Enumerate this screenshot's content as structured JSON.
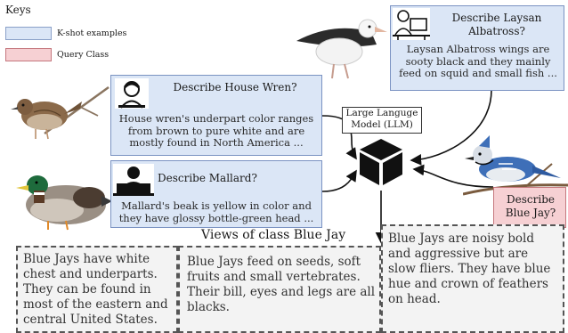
{
  "keys": {
    "title": "Keys",
    "items": [
      {
        "label": "K-shot examples",
        "color": "#dbe6f6"
      },
      {
        "label": "Query Class",
        "color": "#f6d0d3"
      }
    ]
  },
  "examples": [
    {
      "question": "Describe House Wren?",
      "answer": "House wren's underpart color ranges from brown to pure white and are mostly found in North America ...",
      "avatar": "person-male-icon"
    },
    {
      "question": "Describe Mallard?",
      "answer": "Mallard's beak is yellow in color and they have glossy bottle-green head ...",
      "avatar": "person-laptop-icon"
    },
    {
      "question": "Describe Laysan Albatross?",
      "answer": "Laysan Albatross wings are sooty black and they mainly feed on squid and small fish ...",
      "avatar": "person-desk-icon"
    }
  ],
  "query": {
    "question": "Describe Blue Jay?"
  },
  "llm": {
    "label": "Large Languge Model (LLM)",
    "icon": "cube-icon"
  },
  "views": {
    "title": "Views of class Blue Jay",
    "items": [
      "Blue Jays have white chest and underparts. They can be found in most of the eastern and central United States.",
      "Blue Jays feed on seeds, soft fruits and small vertebrates. Their bill, eyes and legs are all blacks.",
      "Blue Jays are noisy bold and aggressive but are slow fliers. They have blue hue and crown of feathers on head."
    ]
  },
  "colors": {
    "kshot": "#dbe6f6",
    "query": "#f6d0d3",
    "arrow": "#111111"
  }
}
